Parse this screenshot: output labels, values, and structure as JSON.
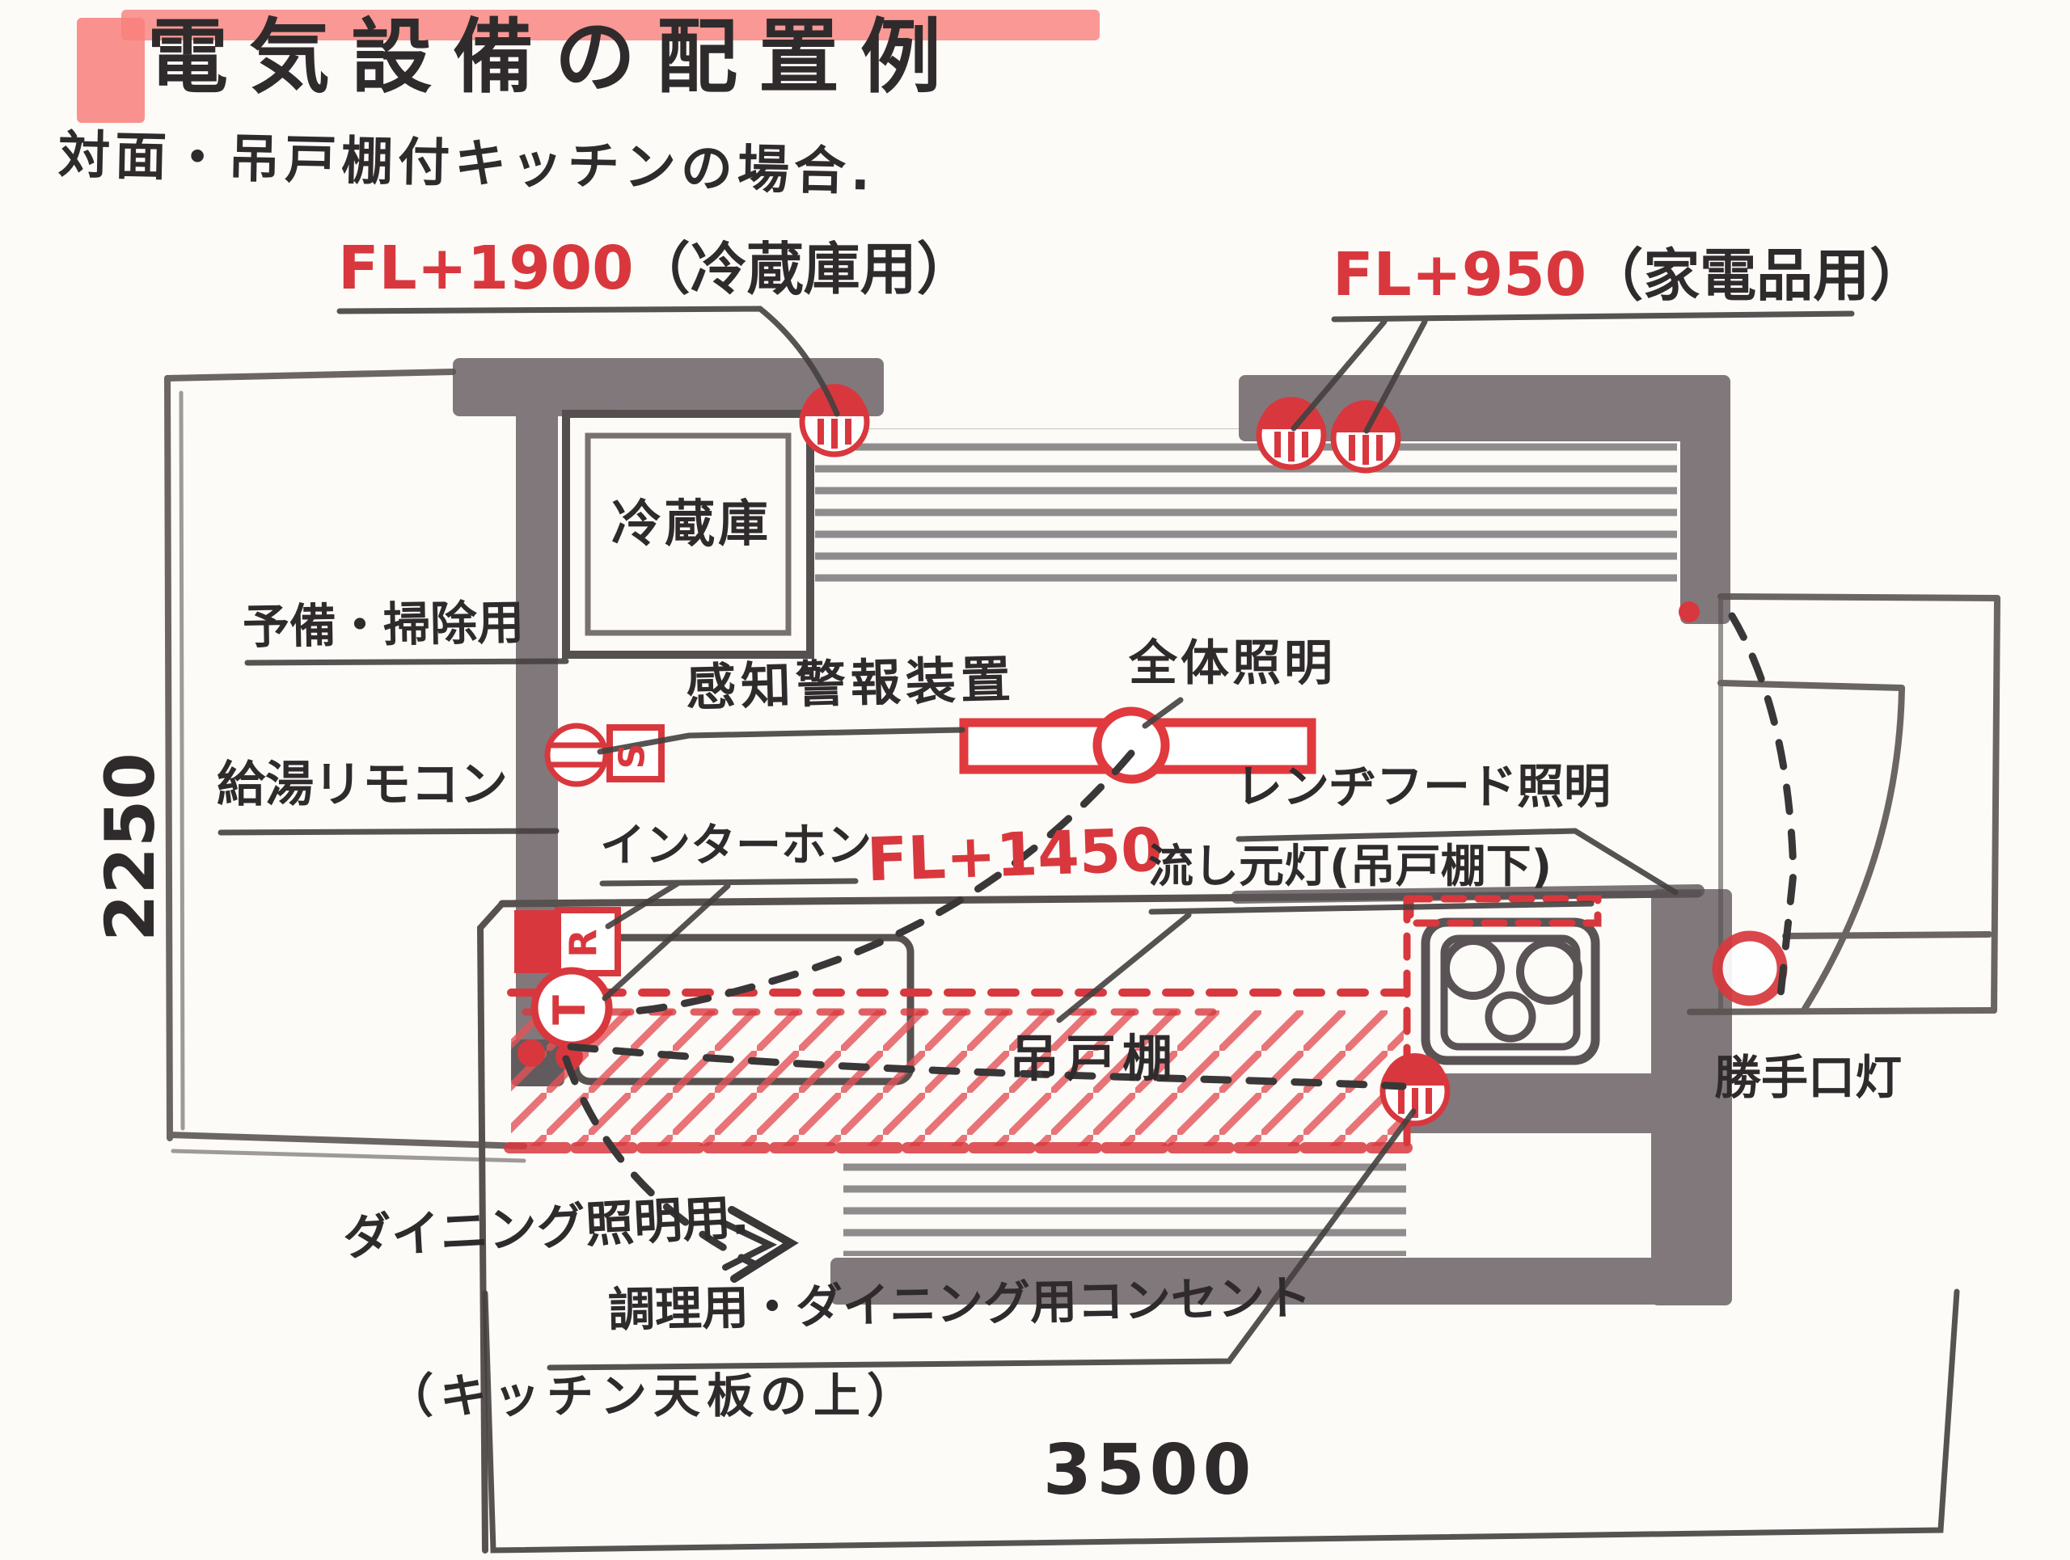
{
  "title": "電気設備の配置例",
  "subtitle": "対面・吊戸棚付キッチンの場合.",
  "dimensions": {
    "horizontal": "3500",
    "vertical": "2250"
  },
  "labels": {
    "fl_refrigerator": {
      "value": "FL+1900",
      "note": "（冷蔵庫用）"
    },
    "fl_appliance": {
      "value": "FL+950",
      "note": "（家電品用）"
    },
    "fl_counter": "FL+1450",
    "spare_cleaning": "予備・掃除用",
    "water_heater_remote": "給湯リモコン",
    "intercom": "インターホン",
    "alarm": "感知警報装置",
    "main_light": "全体照明",
    "range_hood_light": "レンヂフード照明",
    "sink_light": "流し元灯(吊戸棚下)",
    "hanging_cabinet": "吊戸棚",
    "refrigerator": "冷蔵庫",
    "back_door_light": "勝手口灯",
    "dining_light": "ダイニング照明用.",
    "cooking_outlet": "調理用・ダイニング用コンセント",
    "countertop_note": "（キッチン天板の上）"
  },
  "symbols": {
    "switch": "S",
    "remote": "R",
    "intercom": "T"
  },
  "colors": {
    "marker_black": "#2f2b2c",
    "pencil": "#514b4d",
    "wall_gray": "#7a7175",
    "red": "#d8383d",
    "highlight": "#f87f7b",
    "paper": "#fcfbf8"
  }
}
